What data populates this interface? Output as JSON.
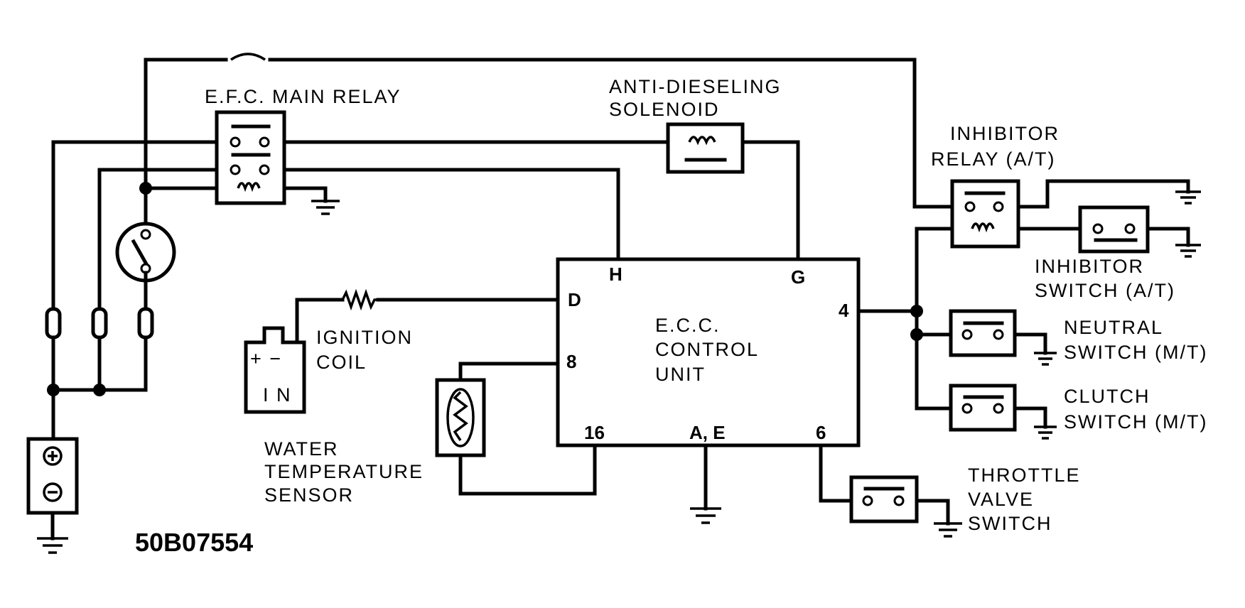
{
  "labels": {
    "efc_main_relay": "E.F.C. MAIN RELAY",
    "anti_dieseling_1": "ANTI-DIESELING",
    "anti_dieseling_2": "SOLENOID",
    "inhibitor_relay_1": "INHIBITOR",
    "inhibitor_relay_2": "RELAY (A/T)",
    "inhibitor_switch_1": "INHIBITOR",
    "inhibitor_switch_2": "SWITCH (A/T)",
    "neutral_switch_1": "NEUTRAL",
    "neutral_switch_2": "SWITCH (M/T)",
    "clutch_switch_1": "CLUTCH",
    "clutch_switch_2": "SWITCH (M/T)",
    "throttle_switch_1": "THROTTLE",
    "throttle_switch_2": "VALVE",
    "throttle_switch_3": "SWITCH",
    "ignition_coil_1": "IGNITION",
    "ignition_coil_2": "COIL",
    "coil_plus_minus": "+ −",
    "coil_in": "I N",
    "water_temp_1": "WATER",
    "water_temp_2": "TEMPERATURE",
    "water_temp_3": "SENSOR",
    "ecc_1": "E.C.C.",
    "ecc_2": "CONTROL",
    "ecc_3": "UNIT",
    "figure_code": "50B07554"
  },
  "pins": {
    "h": "H",
    "g": "G",
    "d": "D",
    "four": "4",
    "eight": "8",
    "sixteen": "16",
    "ae": "A, E",
    "six": "6"
  }
}
